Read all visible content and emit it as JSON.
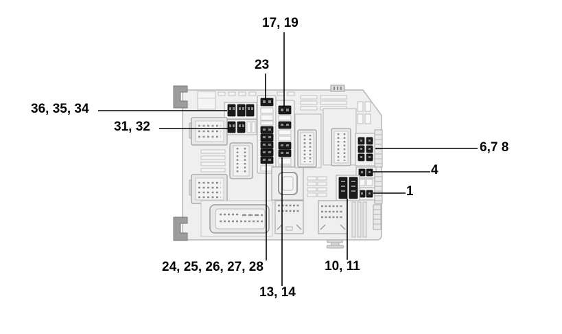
{
  "diagram": {
    "callouts": [
      {
        "id": "17-19",
        "label": "17, 19"
      },
      {
        "id": "23",
        "label": "23"
      },
      {
        "id": "36-35-34",
        "label": "36, 35, 34"
      },
      {
        "id": "31-32",
        "label": "31, 32"
      },
      {
        "id": "6-7-8",
        "label": "6,7 8"
      },
      {
        "id": "4",
        "label": "4"
      },
      {
        "id": "1",
        "label": "1"
      },
      {
        "id": "24-28",
        "label": "24, 25, 26, 27, 28"
      },
      {
        "id": "13-14",
        "label": "13, 14"
      },
      {
        "id": "10-11",
        "label": "10, 11"
      }
    ],
    "colors": {
      "background": "#ffffff",
      "body_fill": "#efefef",
      "body_stroke": "#b3b3b3",
      "fuse": "#1b1b1b",
      "callout_line": "#000000",
      "label_text": "#000000"
    }
  }
}
